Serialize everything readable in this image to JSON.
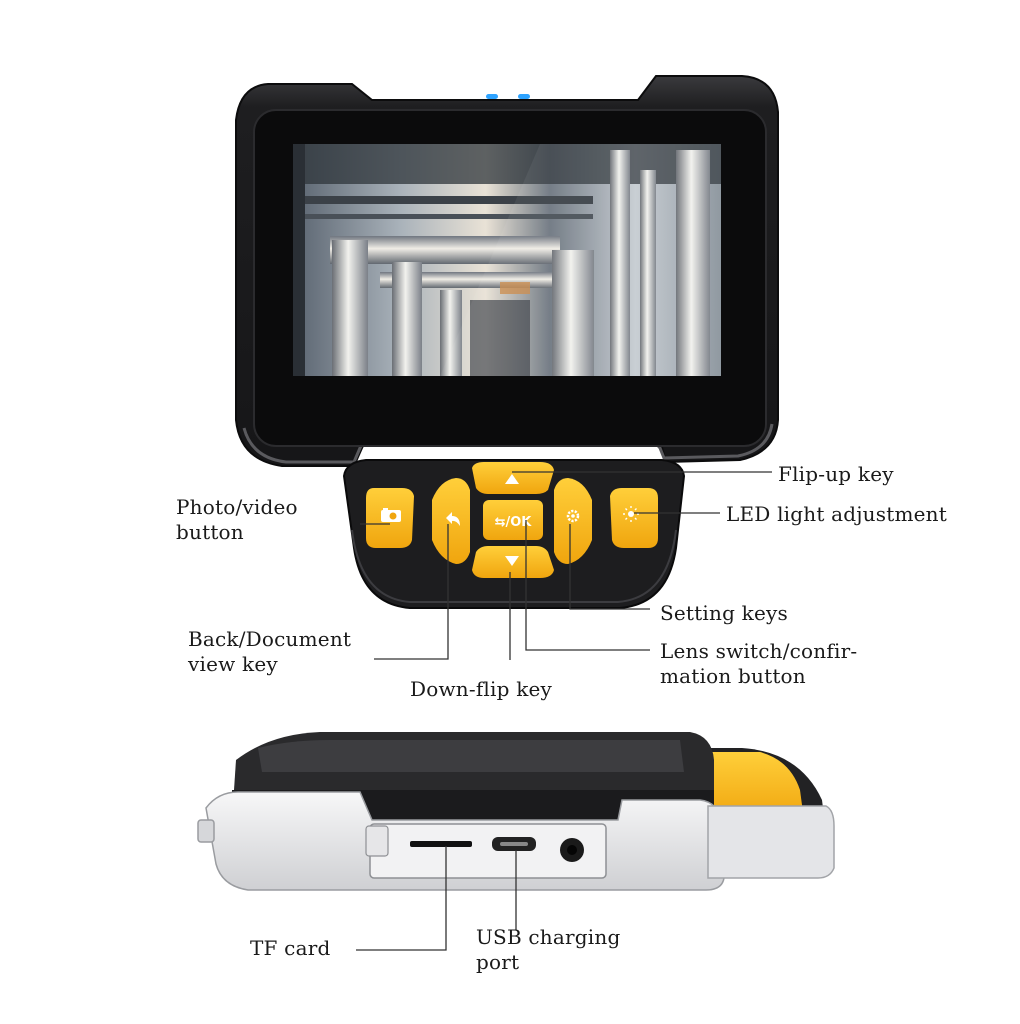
{
  "labels": {
    "flip_up": "Flip-up key",
    "led": "LED light adjustment",
    "photo_video": [
      "Photo/video",
      "button"
    ],
    "setting": "Setting keys",
    "back_doc": [
      "Back/Document",
      "view key"
    ],
    "lens_switch": [
      "Lens switch/confir-",
      "mation button"
    ],
    "down_flip": "Down-flip key",
    "tf_card": "TF card",
    "usb": [
      "USB charging",
      "port"
    ]
  },
  "keys": {
    "ok_label": "⇆/OK"
  },
  "colors": {
    "body": "#1c1c1e",
    "key_yellow": "#f7b81c",
    "indicator": "#2ea3ff",
    "side_grey": "#e8e8ea"
  },
  "icons": {
    "photo_key": "camera-icon",
    "back_key": "back-arrow-icon",
    "up_key": "triangle-up-icon",
    "down_key": "triangle-down-icon",
    "setting_key": "gear-icon",
    "led_key": "sun-icon"
  }
}
